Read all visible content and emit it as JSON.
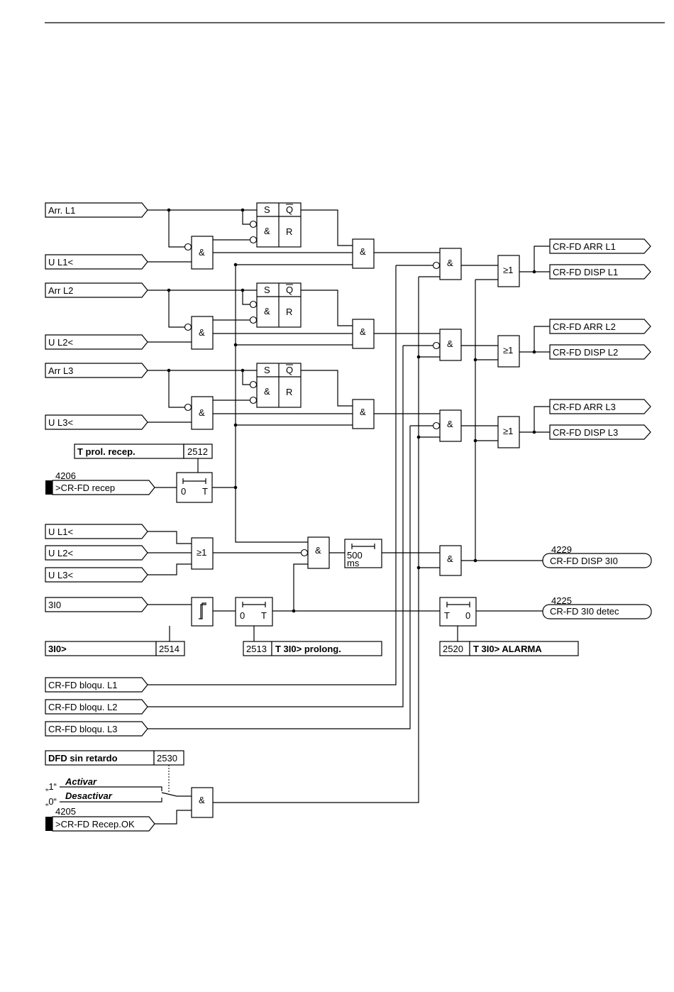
{
  "inputs": {
    "arr_l1": "Arr. L1",
    "arr_l2": "Arr L2",
    "arr_l3": "Arr L3",
    "u_l1": "U L1<",
    "u_l2": "U L2<",
    "u_l3": "U L3<",
    "cr_fd_recep_num": "4206",
    "cr_fd_recep": ">CR-FD recep",
    "u_l1_b": "U L1<",
    "u_l2_b": "U L2<",
    "u_l3_b": "U L3<",
    "i0": "3I0",
    "bloqu_l1": "CR-FD bloqu. L1",
    "bloqu_l2": "CR-FD bloqu. L2",
    "bloqu_l3": "CR-FD bloqu. L3",
    "recep_ok_num": "4205",
    "recep_ok": ">CR-FD Recep.OK"
  },
  "outputs": {
    "arr_l1": "CR-FD ARR L1",
    "disp_l1": "CR-FD DISP L1",
    "arr_l2": "CR-FD ARR L2",
    "disp_l2": "CR-FD DISP L2",
    "arr_l3": "CR-FD ARR L3",
    "disp_l3": "CR-FD DISP L3",
    "disp_3i0_num": "4229",
    "disp_3i0": "CR-FD DISP 3I0",
    "detec_num": "4225",
    "detec": "CR-FD 3I0 detec"
  },
  "params": {
    "t_prol_recep": "T prol. recep.",
    "t_prol_recep_num": "2512",
    "i0_gt": "3I0>",
    "i0_gt_num": "2514",
    "t_3i0_prolong_num": "2513",
    "t_3i0_prolong": "T 3I0> prolong.",
    "t_3i0_alarma_num": "2520",
    "t_3i0_alarma": "T 3I0> ALARMA",
    "dfd_sin_retardo": "DFD sin retardo",
    "dfd_num": "2530",
    "activar": "Activar",
    "desactivar": "Desactivar",
    "one": "„1“",
    "zero": "„0“"
  },
  "blocks": {
    "and": "&",
    "or": "≥1",
    "s": "S",
    "r": "R",
    "q": "Q",
    "t0": "0",
    "tT": "T",
    "ms_500": "500",
    "ms": "ms"
  }
}
